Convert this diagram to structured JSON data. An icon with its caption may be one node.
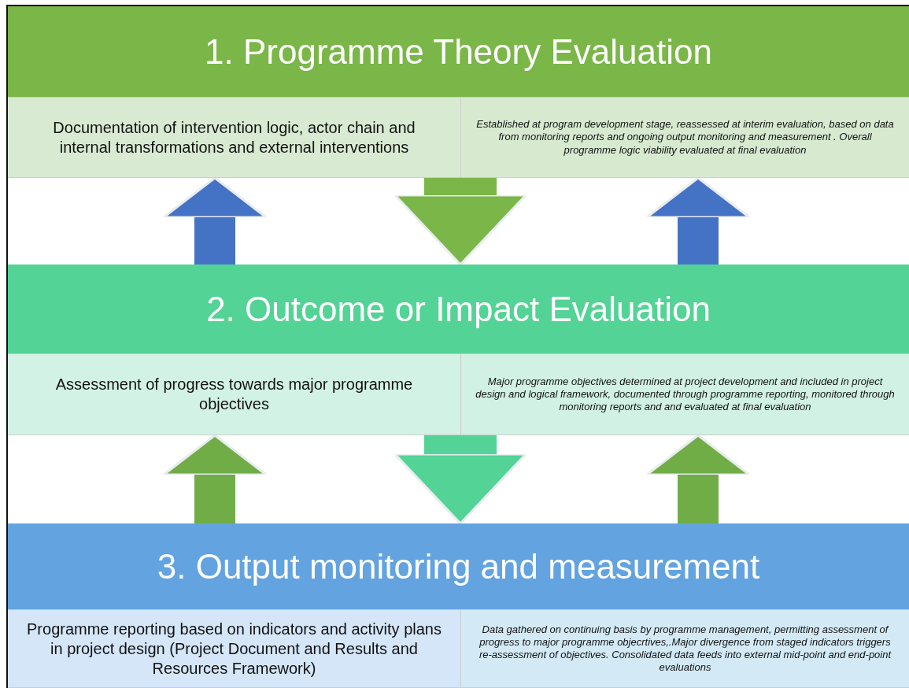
{
  "diagram": {
    "nodes": [
      {
        "text": [
          "1. Programme Theory Evaluation"
        ]
      },
      {
        "text": [
          "Documentation of intervention logic, actor chain and internal transformations and external interventions"
        ]
      },
      {
        "text": [
          "Established at program development stage, reassessed at interim evaluation, based on data from monitoring reports and ongoing output monitoring and measurement . Overall programme logic viability evaluated at final evaluation"
        ]
      },
      {
        "text": [
          "2. Outcome or Impact Evaluation"
        ]
      },
      {
        "text": [
          "Assessment of progress towards major programme objectives"
        ]
      },
      {
        "text": [
          "Major programme objectives determined at project development and included in project design and logical framework, documented through programme reporting, monitored through monitoring reports and  and evaluated at final evaluation"
        ]
      },
      {
        "text": [
          "3. Output monitoring and measurement"
        ]
      },
      {
        "text": [
          "Programme reporting based on indicators and activity plans in project design (Project Document and Results and Resources Framework)"
        ]
      },
      {
        "text": [
          "Data gathered on continuing basis by programme management, permitting assessment of progress to major programme objecrtives,.Major divergence from staged indicators triggers re-assessment of objectives. Consolidated data feeds into external mid-point and end-point evaluations"
        ]
      }
    ],
    "edges": [
      {
        "from": 3,
        "to": 1,
        "arrow": "to",
        "color": "#4472c4"
      },
      {
        "from": 1,
        "to": 3,
        "arrow": "to",
        "color": "#7ab648"
      },
      {
        "from": 3,
        "to": 2,
        "arrow": "to",
        "color": "#4472c4"
      },
      {
        "from": 6,
        "to": 4,
        "arrow": "to",
        "color": "#70ad47"
      },
      {
        "from": 4,
        "to": 6,
        "arrow": "to",
        "color": "#53d396"
      },
      {
        "from": 6,
        "to": 5,
        "arrow": "to",
        "color": "#70ad47"
      }
    ]
  }
}
